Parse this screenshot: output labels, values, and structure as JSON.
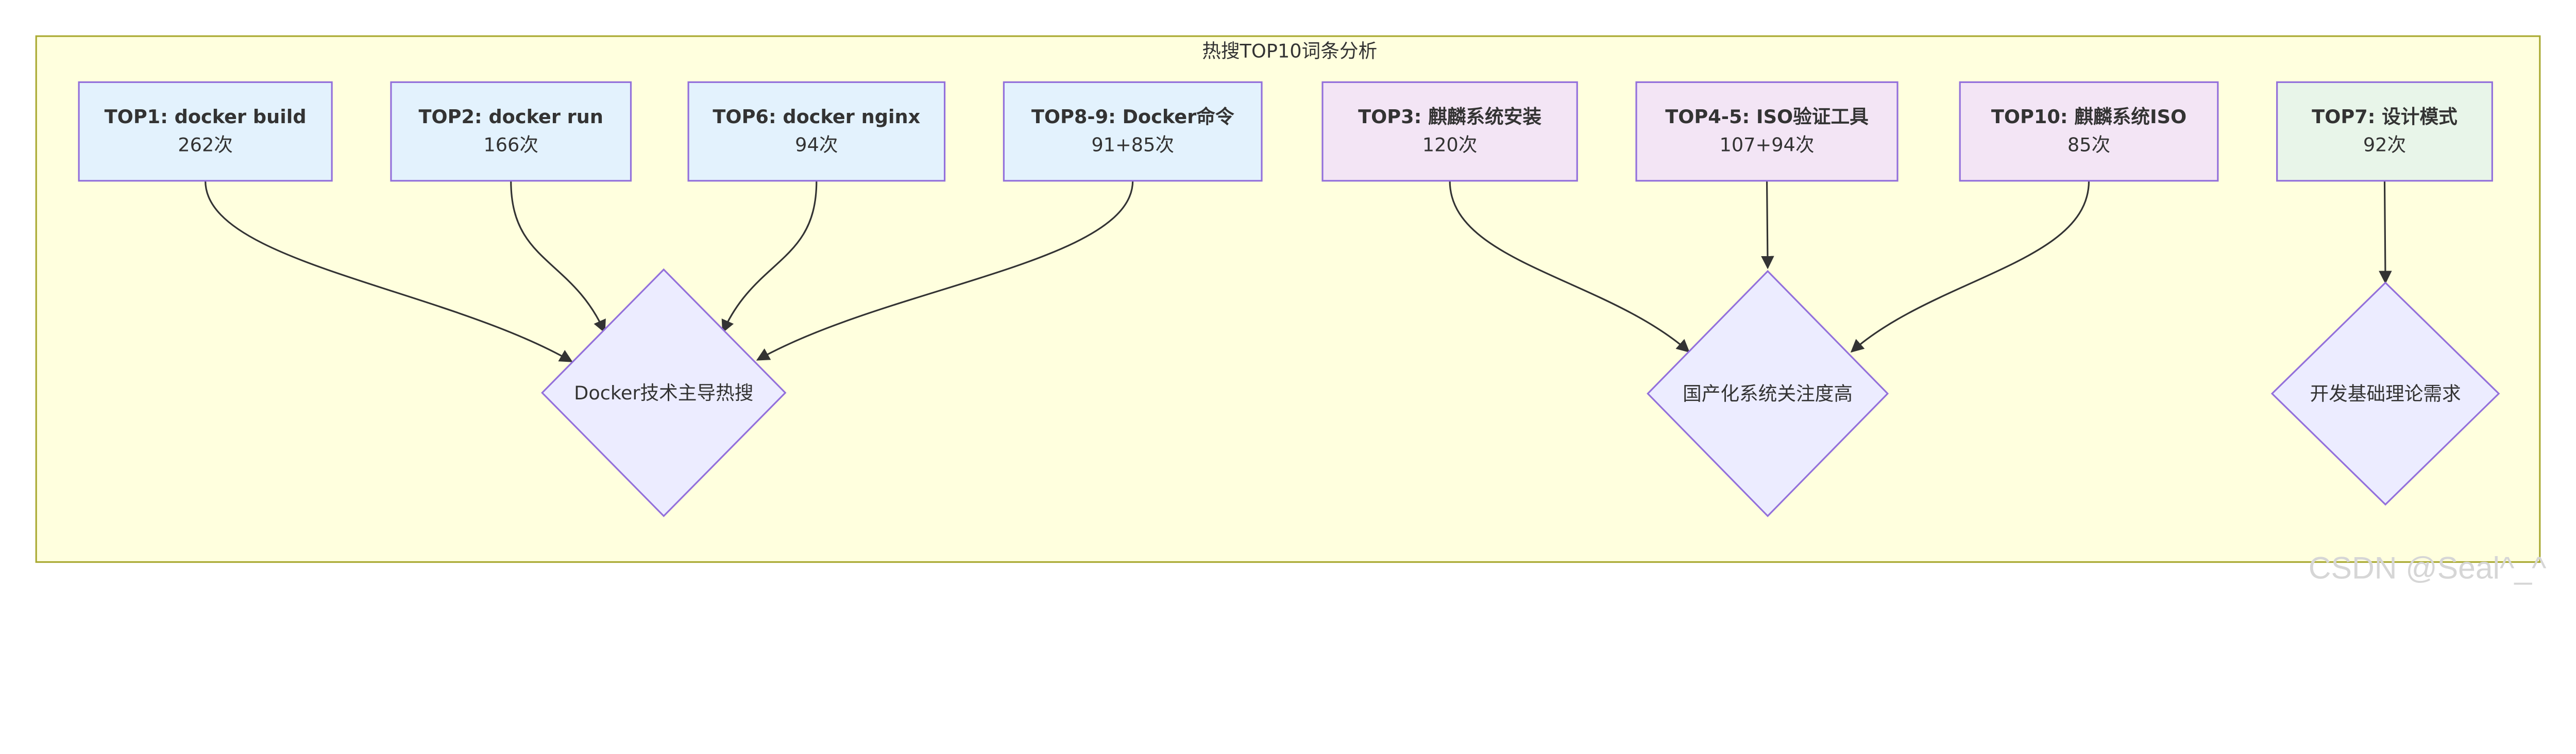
{
  "diagram": {
    "type": "flowchart",
    "subgraph_title": "热搜TOP10词条分析",
    "colors": {
      "subgraph_fill": "#ffffde",
      "subgraph_border": "#aaaa33",
      "docker_fill": "#e3f2fd",
      "kylin_fill": "#f3e5f5",
      "design_fill": "#e8f5e9",
      "node_border": "#9370db",
      "diamond_fill": "#ececff",
      "edge": "#333333"
    },
    "nodes": [
      {
        "id": "top1",
        "label": "TOP1: docker build",
        "count": "262次",
        "group": "docker"
      },
      {
        "id": "top2",
        "label": "TOP2: docker run",
        "count": "166次",
        "group": "docker"
      },
      {
        "id": "top6",
        "label": "TOP6: docker nginx",
        "count": "94次",
        "group": "docker"
      },
      {
        "id": "top89",
        "label": "TOP8-9: Docker命令",
        "count": "91+85次",
        "group": "docker"
      },
      {
        "id": "top3",
        "label": "TOP3: 麒麟系统安装",
        "count": "120次",
        "group": "kylin"
      },
      {
        "id": "top45",
        "label": "TOP4-5: ISO验证工具",
        "count": "107+94次",
        "group": "kylin"
      },
      {
        "id": "top10",
        "label": "TOP10: 麒麟系统ISO",
        "count": "85次",
        "group": "kylin"
      },
      {
        "id": "top7",
        "label": "TOP7: 设计模式",
        "count": "92次",
        "group": "design"
      }
    ],
    "decisions": [
      {
        "id": "docker",
        "label": "Docker技术主导热搜"
      },
      {
        "id": "kylin",
        "label": "国产化系统关注度高"
      },
      {
        "id": "design",
        "label": "开发基础理论需求"
      }
    ],
    "edges": [
      {
        "from": "top1",
        "to": "docker"
      },
      {
        "from": "top2",
        "to": "docker"
      },
      {
        "from": "top6",
        "to": "docker"
      },
      {
        "from": "top89",
        "to": "docker"
      },
      {
        "from": "top3",
        "to": "kylin"
      },
      {
        "from": "top45",
        "to": "kylin"
      },
      {
        "from": "top10",
        "to": "kylin"
      },
      {
        "from": "top7",
        "to": "design"
      }
    ]
  },
  "watermark": "CSDN @Seal^_^"
}
